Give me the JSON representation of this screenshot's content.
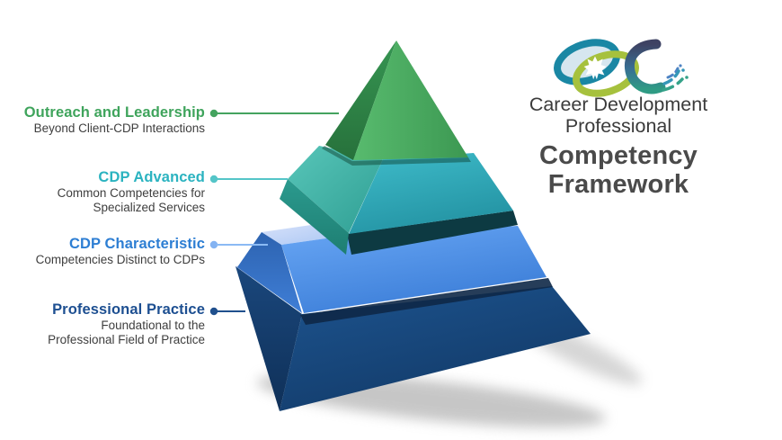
{
  "pyramid": {
    "tiers": [
      {
        "id": "outreach-and-leadership",
        "title": "Outreach and Leadership",
        "subtitle_lines": [
          "Beyond Client-CDP Interactions"
        ],
        "color": "#3fa45c",
        "line_color": "#44a35f",
        "faces": {
          "light": "#55c3b6",
          "mid": "#4fb263",
          "dark": "#2e8845"
        }
      },
      {
        "id": "cdp-advanced",
        "title": "CDP Advanced",
        "subtitle_lines": [
          "Common Competencies for",
          "Specialized Services"
        ],
        "color": "#2bb3c0",
        "line_color": "#54c5c8",
        "faces": {
          "light": "#55c3b6",
          "mid": "#35aebc",
          "dark": "#27968c"
        }
      },
      {
        "id": "cdp-characteristic",
        "title": "CDP Characteristic",
        "subtitle_lines": [
          "Competencies Distinct to CDPs"
        ],
        "color": "#2d7ed3",
        "line_color": "#8bbaf4",
        "faces": {
          "light": "#c9d9f5",
          "mid": "#4a90e2",
          "dark": "#2d64b2"
        }
      },
      {
        "id": "professional-practice",
        "title": "Professional Practice",
        "subtitle_lines": [
          "Foundational to the",
          "Professional Field of Practice"
        ],
        "color": "#1d4f91",
        "line_color": "#20508d",
        "faces": {
          "light": "#c7d3ec",
          "mid": "#17447e",
          "dark": "#16406f"
        }
      }
    ]
  },
  "branding": {
    "org_line1": "Career Development",
    "org_line2": "Professional",
    "title_line1": "Competency",
    "title_line2": "Framework",
    "logo_marks": {
      "left": "interlocking-ovals-maple-leaf-logo",
      "right": "swoosh-crescent-logo",
      "colors": {
        "teal_ring": "#1a87a4",
        "green_ring": "#a6c13d",
        "leaf": "#ffffff",
        "swoosh_top": "#3e4263",
        "swoosh_bottom": "#2f9b84"
      }
    }
  }
}
